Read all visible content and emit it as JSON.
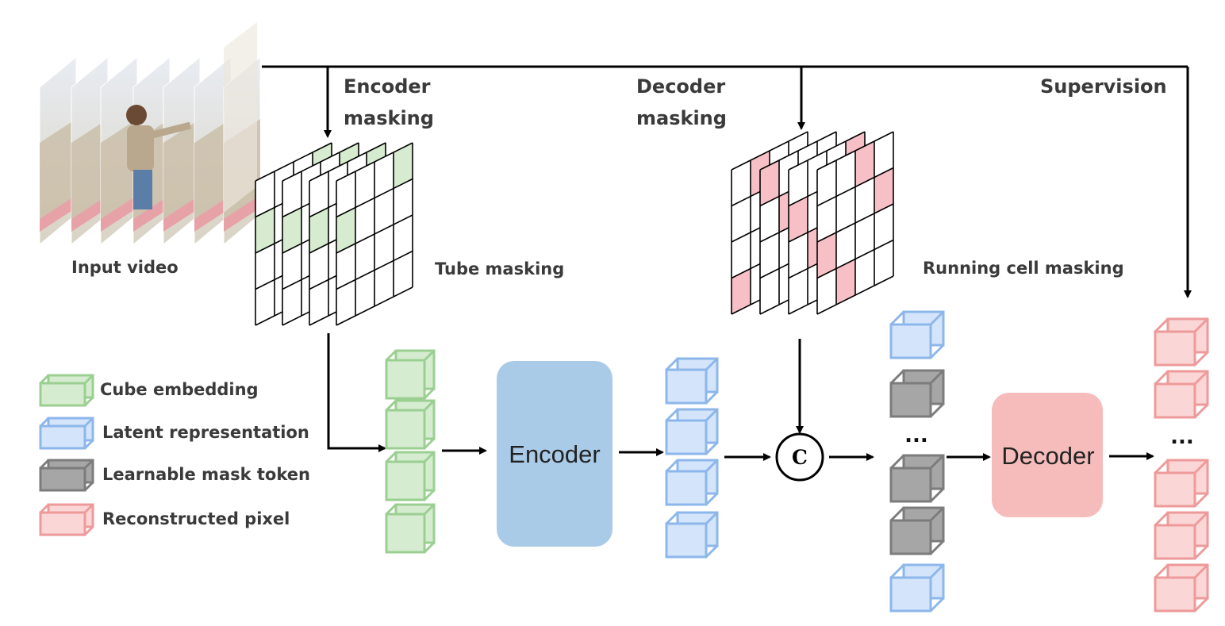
{
  "labels": {
    "input_video": "Input video",
    "encoder_masking_1": "Encoder",
    "encoder_masking_2": "masking",
    "decoder_masking_1": "Decoder",
    "decoder_masking_2": "masking",
    "supervision": "Supervision",
    "tube_masking": "Tube masking",
    "running_cell_masking": "Running cell masking",
    "encoder": "Encoder",
    "decoder": "Decoder",
    "concat_symbol": "C",
    "ellipsis": "..."
  },
  "legend": [
    {
      "label": "Cube embedding",
      "color": "green"
    },
    {
      "label": "Latent representation",
      "color": "blue"
    },
    {
      "label": "Learnable mask token",
      "color": "gray"
    },
    {
      "label": "Reconstructed pixel",
      "color": "red"
    }
  ],
  "colors": {
    "green": {
      "fill": "#d6ecd0",
      "stroke": "#9bcf92"
    },
    "blue": {
      "fill": "#d3e4fb",
      "stroke": "#8db7ea"
    },
    "gray": {
      "fill": "#a6a6a6",
      "stroke": "#7c7c7c"
    },
    "red": {
      "fill": "#fbd6d6",
      "stroke": "#ee9a9a"
    },
    "encoder_box": "#aacbe8",
    "decoder_box": "#f6bcbc",
    "tube_cell": "#d6ebcf",
    "running_cell": "#f7c0c6"
  },
  "token_columns": {
    "cube_embeddings": [
      "green",
      "green",
      "green",
      "green"
    ],
    "latent": [
      "blue",
      "blue",
      "blue",
      "blue"
    ],
    "concatenated": [
      "blue",
      "gray",
      "gray",
      "gray",
      "blue"
    ],
    "reconstructed": [
      "red",
      "red",
      "red",
      "red",
      "red"
    ]
  }
}
